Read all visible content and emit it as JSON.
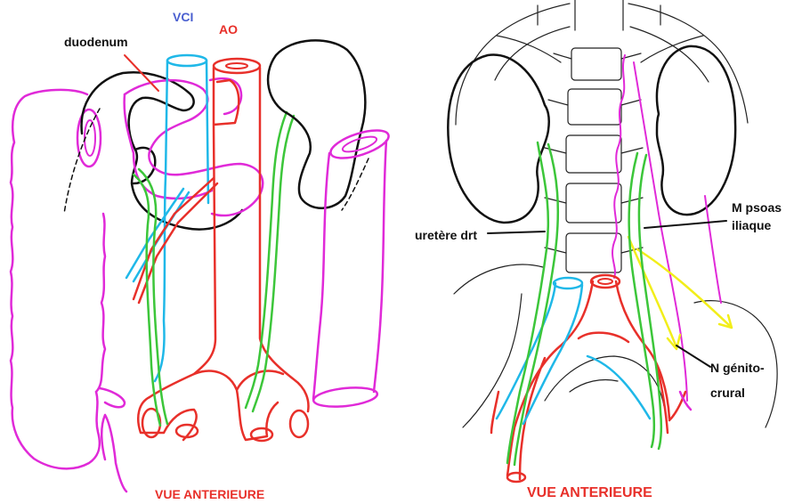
{
  "left_panel": {
    "label_duodenum": "duodenum",
    "label_vci": "VCI",
    "label_ao": "AO",
    "caption": "VUE ANTERIEURE"
  },
  "right_panel": {
    "label_uretere": "uretère drt",
    "label_psoas_line1": "M psoas",
    "label_psoas_line2": "iliaque",
    "label_nerve_line1": "N génito-",
    "label_nerve_line2": "crural",
    "caption": "VUE ANTERIEURE"
  },
  "colors": {
    "aorta": "#e8302a",
    "ivc": "#1fb8e8",
    "ureter": "#3cc63a",
    "colon": "#e02ad8",
    "nerve": "#f2ee1a",
    "outline": "#111111"
  }
}
